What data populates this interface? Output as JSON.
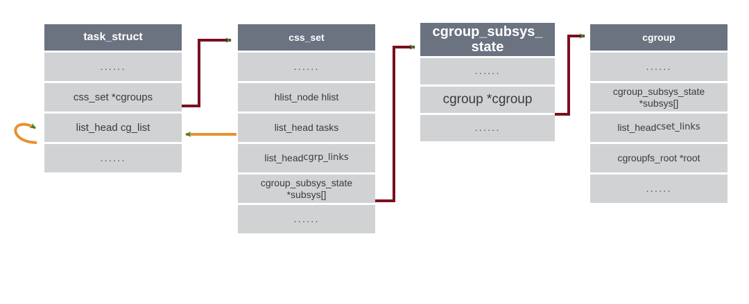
{
  "diagram": {
    "title": "Linux cgroup kernel data structure relationships",
    "colors": {
      "header_bg": "#6b7280",
      "row_bg": "#d0d2d4",
      "connector_dark_red": "#7a1020",
      "connector_orange": "#e8912f",
      "arrowhead_green": "#3f7d2e",
      "background": "#ffffff"
    },
    "ellipsis": "......",
    "structs": [
      {
        "id": "task_struct",
        "title": "task_struct",
        "fields": [
          {
            "text": "......",
            "kind": "ellipsis"
          },
          {
            "text": "css_set *cgroups",
            "kind": "field"
          },
          {
            "text": "list_head cg_list",
            "kind": "field"
          },
          {
            "text": "......",
            "kind": "ellipsis"
          }
        ]
      },
      {
        "id": "css_set",
        "title": "css_set",
        "fields": [
          {
            "text": "......",
            "kind": "ellipsis"
          },
          {
            "text": "hlist_node hlist",
            "kind": "field"
          },
          {
            "text": "list_head tasks",
            "kind": "field"
          },
          {
            "text": "list_head ",
            "kind": "field",
            "alt_text": "cgrp_links"
          },
          {
            "text": "cgroup_subsys_state *subsys[]",
            "kind": "field"
          },
          {
            "text": "......",
            "kind": "ellipsis"
          }
        ]
      },
      {
        "id": "cgroup_subsys_state",
        "title": "cgroup_subsys_ state",
        "fields": [
          {
            "text": "......",
            "kind": "ellipsis"
          },
          {
            "text": "cgroup *cgroup",
            "kind": "field"
          },
          {
            "text": "......",
            "kind": "ellipsis"
          }
        ]
      },
      {
        "id": "cgroup",
        "title": "cgroup",
        "fields": [
          {
            "text": "......",
            "kind": "ellipsis"
          },
          {
            "text": "cgroup_subsys_state *subsys[]",
            "kind": "field"
          },
          {
            "text": "list_head  ",
            "kind": "field",
            "alt_text": "cset_links"
          },
          {
            "text": "cgroupfs_root *root",
            "kind": "field"
          },
          {
            "text": "......",
            "kind": "ellipsis"
          }
        ]
      }
    ],
    "connectors": [
      {
        "name": "cgroups-to-css_set",
        "from": "task_struct.css_set *cgroups",
        "to": "css_set (header)",
        "color": "dark_red"
      },
      {
        "name": "tasks-to-cg_list",
        "from": "css_set.list_head tasks",
        "to": "task_struct.list_head cg_list",
        "color": "orange"
      },
      {
        "name": "cg_list-self-loop",
        "from": "task_struct.list_head cg_list",
        "to": "task_struct.list_head cg_list",
        "color": "orange"
      },
      {
        "name": "subsys-to-css",
        "from": "css_set.cgroup_subsys_state *subsys[]",
        "to": "cgroup_subsys_state (header)",
        "color": "dark_red"
      },
      {
        "name": "cgroup-ptr-to-cgroup",
        "from": "cgroup_subsys_state.cgroup *cgroup",
        "to": "cgroup (header)",
        "color": "dark_red"
      }
    ]
  }
}
